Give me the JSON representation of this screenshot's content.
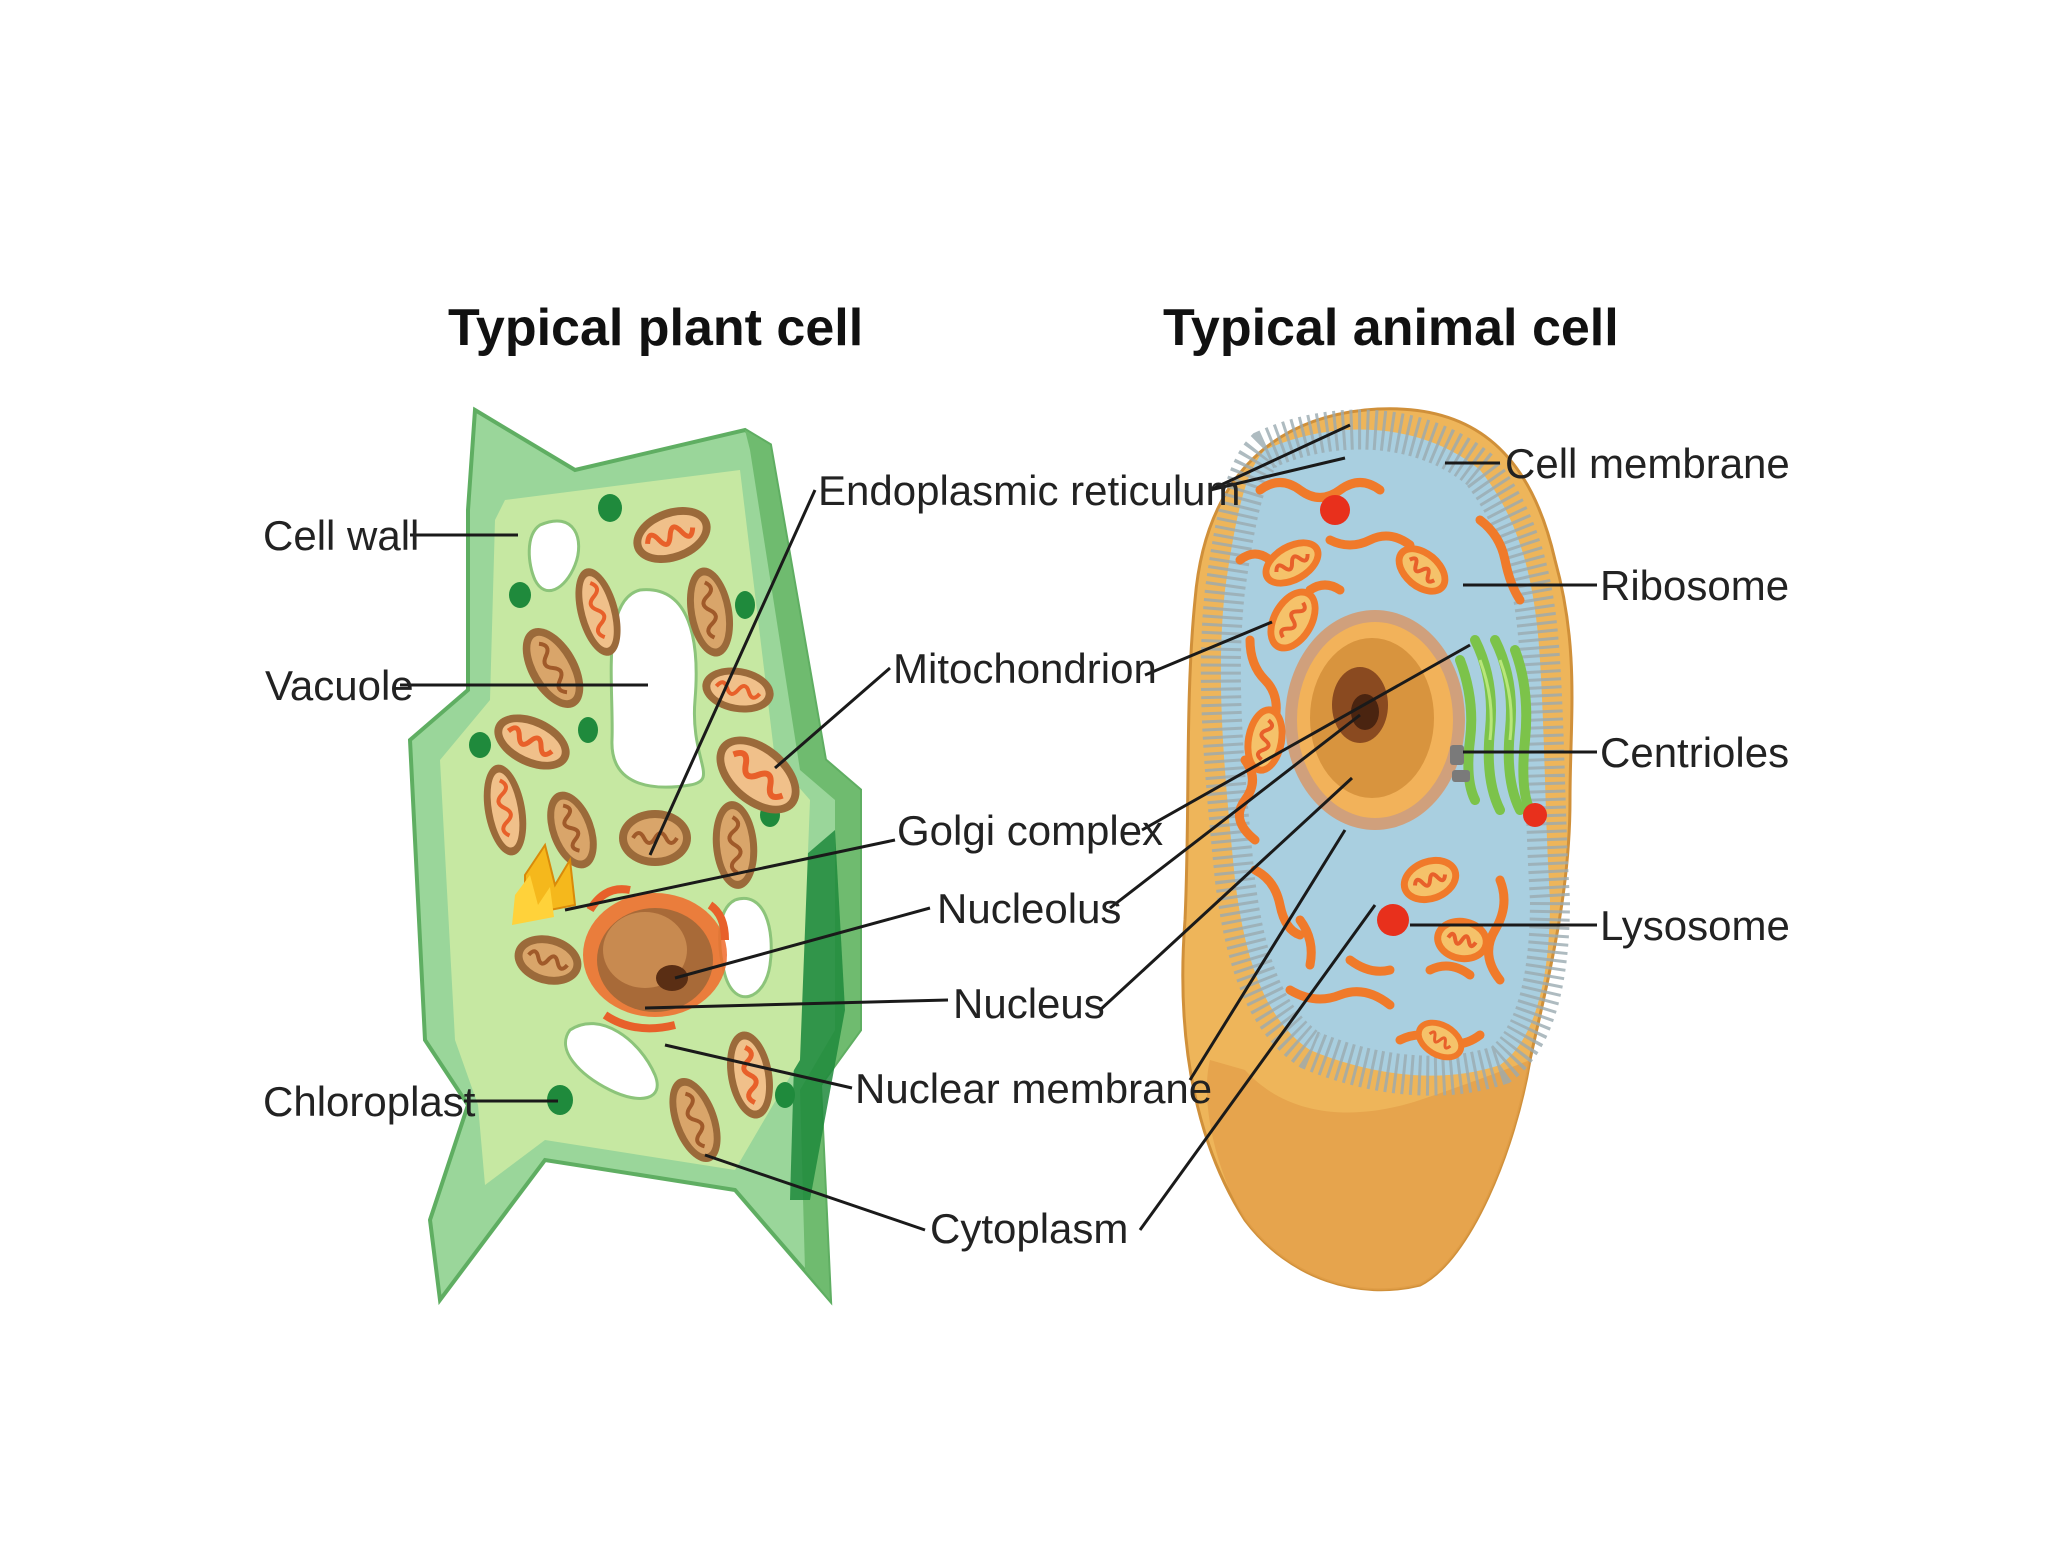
{
  "plant": {
    "title": "Typical plant cell",
    "labels": {
      "cell_wall": "Cell wall",
      "vacuole": "Vacuole",
      "chloroplast": "Chloroplast"
    }
  },
  "animal": {
    "title": "Typical animal cell",
    "labels": {
      "cell_membrane": "Cell membrane",
      "ribosome": "Ribosome",
      "centrioles": "Centrioles",
      "lysosome": "Lysosome"
    }
  },
  "shared_labels": {
    "endoplasmic_reticulum": "Endoplasmic reticulum",
    "mitochondrion": "Mitochondrion",
    "golgi_complex": "Golgi complex",
    "nucleolus": "Nucleolus",
    "nucleus": "Nucleus",
    "nuclear_membrane": "Nuclear membrane",
    "cytoplasm": "Cytoplasm"
  },
  "colors": {
    "cell_wall": "#8fd08f",
    "plant_cytoplasm": "#c6e8a2",
    "chloroplast": "#1f8a3c",
    "mitochondrion_outer": "#9b6a3a",
    "mitochondrion_inner": "#e8602a",
    "animal_body": "#eeb55a",
    "animal_interior": "#a9cfe0",
    "er_orange": "#f07a2a",
    "golgi_green": "#7cc34a",
    "lysosome_red": "#e8301c",
    "nucleus_brown": "#c8843c"
  }
}
